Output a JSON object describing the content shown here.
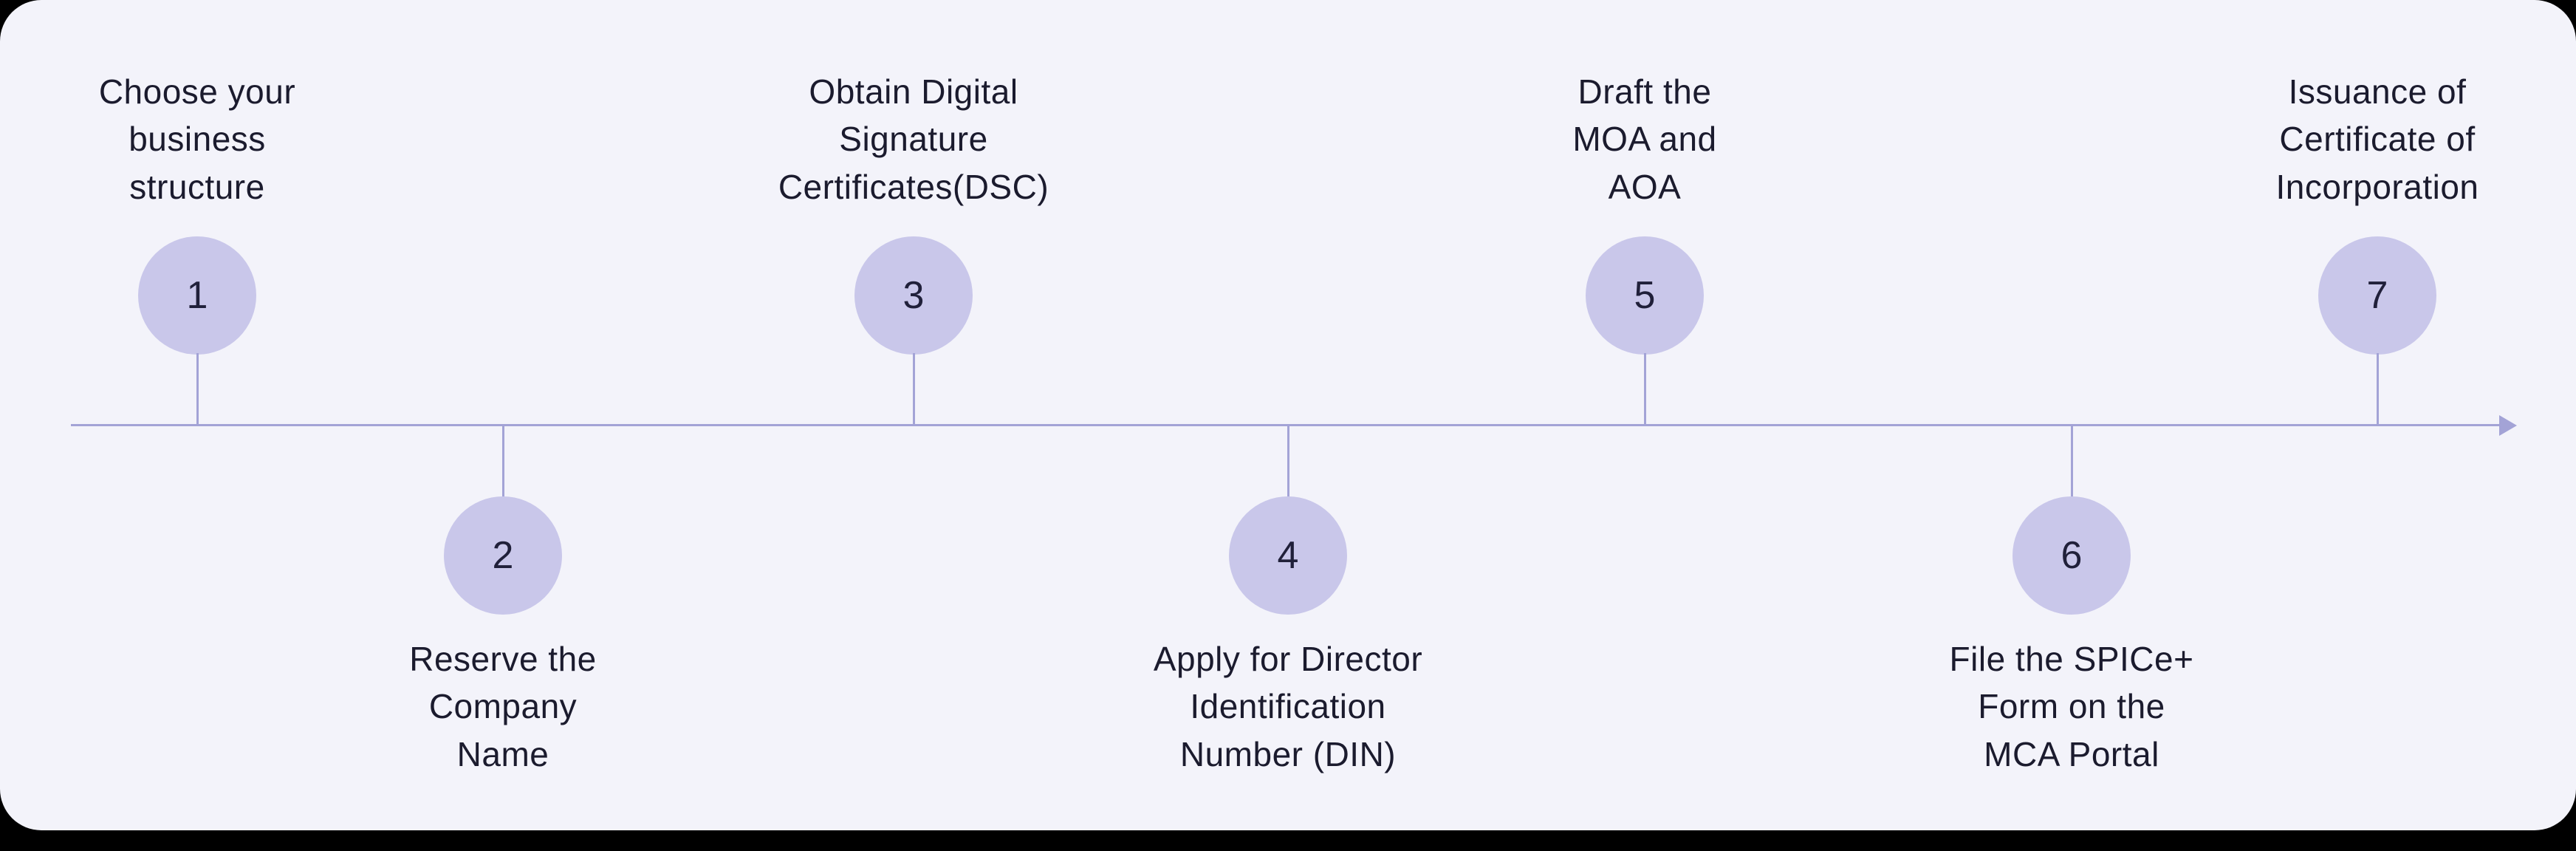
{
  "background": {
    "outer_color": "#000000",
    "card_color": "#f3f3fa"
  },
  "timeline": {
    "line_color": "#a3a3d6",
    "circle_color": "#c9c7ea",
    "text_color": "#1b1b2e",
    "direction": "left-to-right-arrow",
    "steps": [
      {
        "number": "1",
        "label": "Choose your\nbusiness\nstructure",
        "position": "above"
      },
      {
        "number": "2",
        "label": "Reserve the\nCompany\nName",
        "position": "below"
      },
      {
        "number": "3",
        "label": "Obtain Digital\nSignature\nCertificates(DSC)",
        "position": "above"
      },
      {
        "number": "4",
        "label": "Apply for Director\nIdentification\nNumber (DIN)",
        "position": "below"
      },
      {
        "number": "5",
        "label": "Draft the\nMOA and\nAOA",
        "position": "above"
      },
      {
        "number": "6",
        "label": "File the SPICe+\nForm on the\nMCA Portal",
        "position": "below"
      },
      {
        "number": "7",
        "label": "Issuance of\nCertificate of\nIncorporation",
        "position": "above"
      }
    ]
  }
}
